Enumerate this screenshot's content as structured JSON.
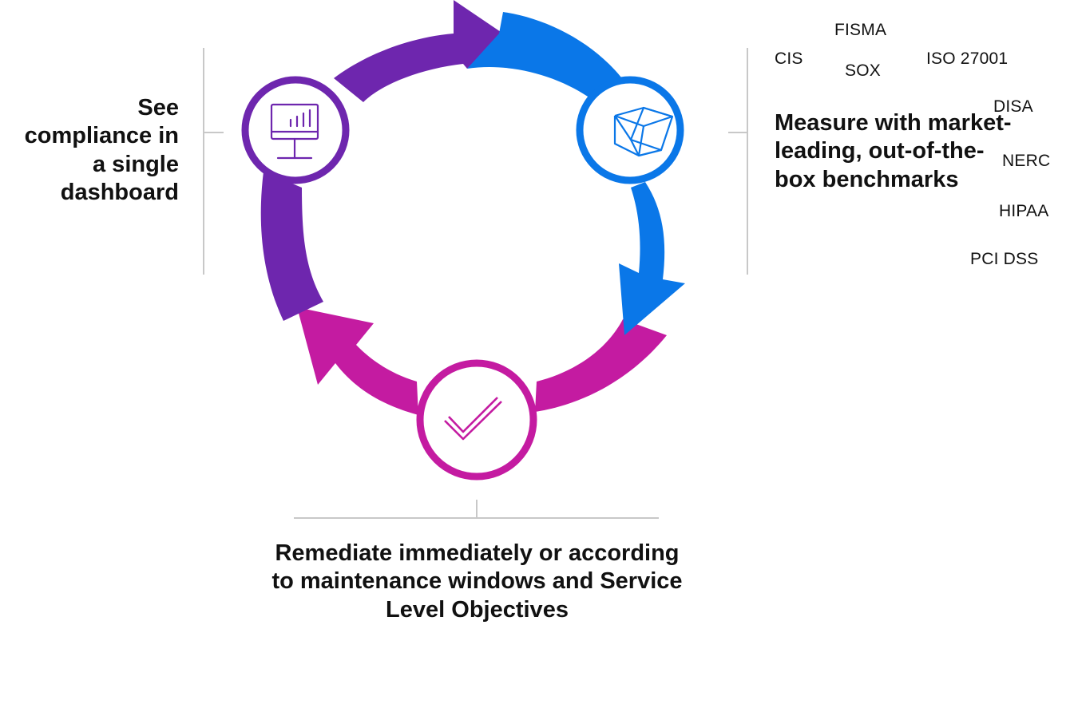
{
  "colors": {
    "purple": "#6E26AE",
    "blue": "#0A77E8",
    "magenta": "#C41BA1",
    "divider": "#C8C8C8",
    "text": "#111111"
  },
  "stages": [
    {
      "caption": "See compliance in a single dashboard",
      "icon": "monitor-chart-icon",
      "color": "#6E26AE"
    },
    {
      "caption": "Measure with market-leading, out-of-the-box benchmarks",
      "icon": "cube-icon",
      "color": "#0A77E8"
    },
    {
      "caption": "Remediate immediately or according to maintenance windows and Service Level Objectives",
      "icon": "checkmark-icon",
      "color": "#C41BA1"
    }
  ],
  "standards": [
    "FISMA",
    "CIS",
    "SOX",
    "ISO 27001",
    "DISA",
    "NERC",
    "HIPAA",
    "PCI DSS"
  ]
}
